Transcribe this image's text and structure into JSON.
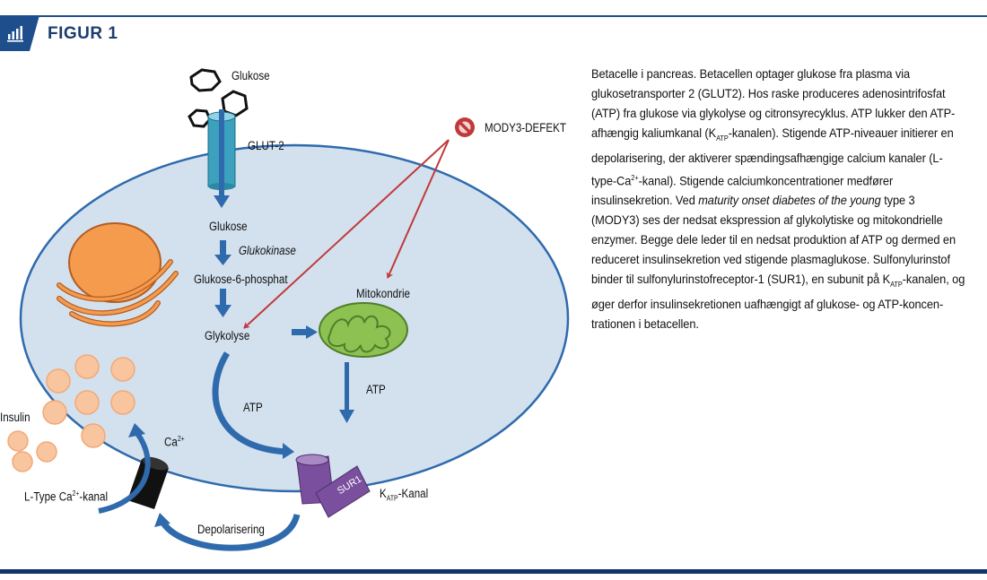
{
  "header": {
    "title": "FIGUR 1",
    "icon": "bar-chart-icon"
  },
  "diagram": {
    "labels": {
      "glucose_outside": "Glukose",
      "glut2": "GLUT-2",
      "glucose_inside": "Glukose",
      "glucokinase": "Glukokinase",
      "g6p": "Glukose-6-phosphat",
      "glycolysis": "Glykolyse",
      "mitochondria": "Mitokondrie",
      "atp_left": "ATP",
      "atp_right": "ATP",
      "mody3": "MODY3-DEFEKT",
      "insulin": "Insulin",
      "ca": "Ca",
      "ca_sup": "2+",
      "ltype_prefix": "L-Type Ca",
      "ltype_sup": "2+",
      "ltype_suffix": "-kanal",
      "depolarisation": "Depolarisering",
      "katp_k": "K",
      "katp_sub": "ATP",
      "katp_suffix": "-Kanal",
      "sur1": "SUR1"
    },
    "icons": [
      "hexagon-glucose-icon",
      "prohibition-icon",
      "nucleus",
      "endoplasmic-reticulum",
      "mitochondrion",
      "insulin-granule",
      "calcium-channel",
      "katp-channel"
    ],
    "colors": {
      "cell_fill": "#d3e1ee",
      "cell_border": "#2f6aad",
      "arrow_blue": "#2f6aad",
      "defect_red": "#c0393b",
      "nucleus": "#f59b4e",
      "mito_green": "#8dc152",
      "channel_purple": "#7a4f9e",
      "insulin_granule": "#f8c59f",
      "glut_teal": "#3ba1bf"
    }
  },
  "caption": {
    "parts": [
      {
        "t": "Betacelle i pancreas. Betacellen optager glukose fra plasma via glukosetransporter 2 (GLUT2). Hos raske produceres adenosintri­fosfat (ATP) fra glukose via glykolyse og citronsyrecyklus. ATP lukker den ATP-afhængig kaliumkanal (K"
      },
      {
        "sub": "ATP"
      },
      {
        "t": "-kanalen). Stigende ATP-niveauer initierer en depolarisering, der aktiverer spændings­afhængige calcium kanaler (L-type-Ca"
      },
      {
        "sup": "2+"
      },
      {
        "t": "-kanal). Stigende calcium­koncentrationer medfører insulinsekretion. Ved "
      },
      {
        "i": "maturity onset diabetes of the young"
      },
      {
        "t": " type 3 (MODY3) ses der nedsat ekspression af glykolytiske og mitokondrielle enzymer. Begge dele leder til en nedsat produktion af ATP og dermed en reduceret insulinsekre­tion ved stigende plasmaglukose. Sulfonylurinstof binder til sulfo­nylurinstofreceptor-1 (SUR1), en subunit på K"
      },
      {
        "sub": "ATP"
      },
      {
        "t": "-kanalen, og øger derfor insulinsekretionen uafhængigt af glukose- og ATP-koncen­trationen i betacellen."
      }
    ]
  }
}
